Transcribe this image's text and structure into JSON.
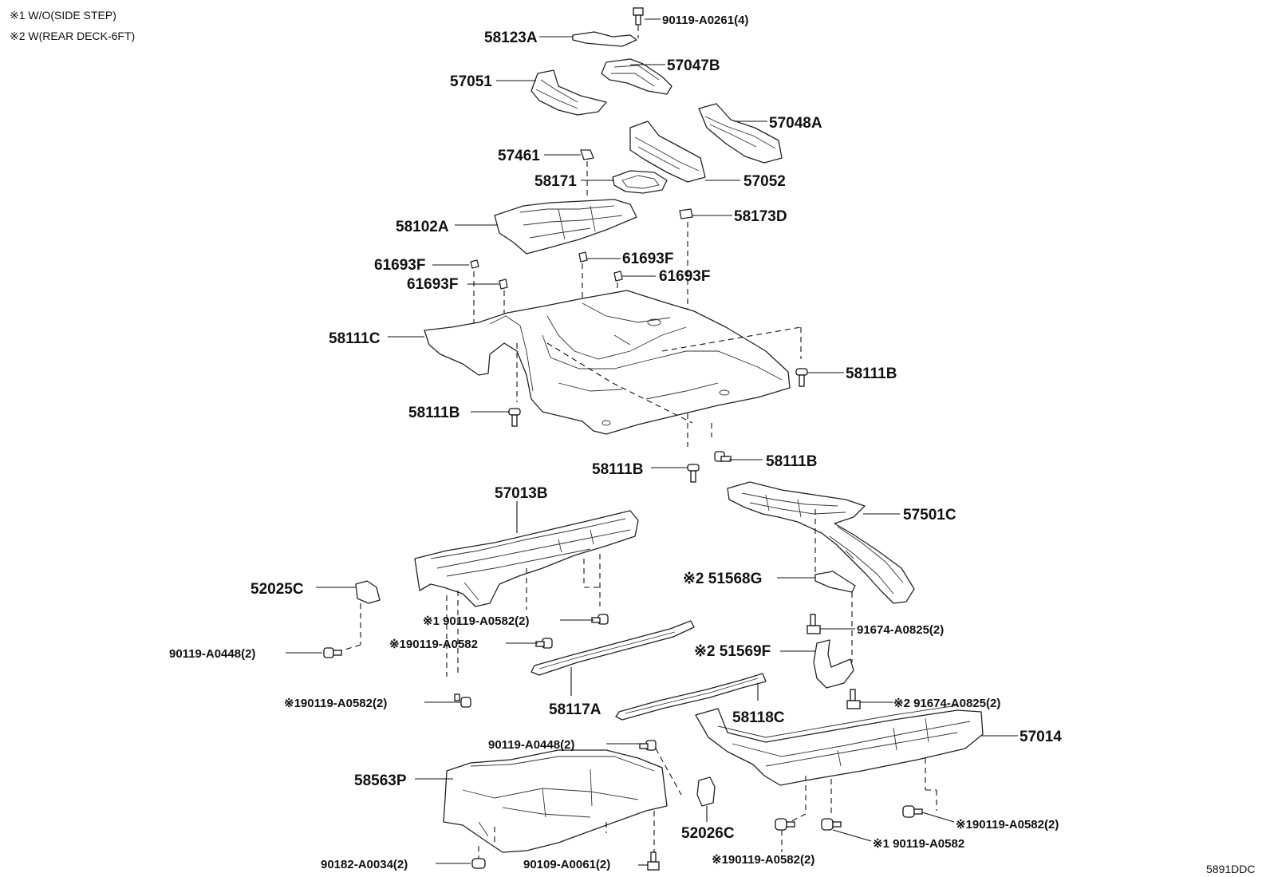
{
  "notes": [
    "※1 W/O(SIDE STEP)",
    "※2 W(REAR DECK-6FT)"
  ],
  "diagram_code": "5891DDC",
  "labels": {
    "l_90119_A0261": "90119-A0261(4)",
    "l_58123A": "58123A",
    "l_57047B": "57047B",
    "l_57051": "57051",
    "l_57048A": "57048A",
    "l_57461": "57461",
    "l_58171": "58171",
    "l_57052": "57052",
    "l_58102A": "58102A",
    "l_58173D": "58173D",
    "l_61693F_a": "61693F",
    "l_61693F_b": "61693F",
    "l_61693F_c": "61693F",
    "l_61693F_d": "61693F",
    "l_58111C": "58111C",
    "l_58111B_a": "58111B",
    "l_58111B_b": "58111B",
    "l_58111B_c": "58111B",
    "l_58111B_d": "58111B",
    "l_57013B": "57013B",
    "l_57501C": "57501C",
    "l_51568G": "※2 51568G",
    "l_52025C": "52025C",
    "l_90119_A0582_2a": "※1 90119-A0582(2)",
    "l_91674_A0825_2a": "91674-A0825(2)",
    "l_90119_A0582_b": "※190119-A0582",
    "l_90119_A0448_2a": "90119-A0448(2)",
    "l_51569F": "※2 51569F",
    "l_91674_A0825_2b": "※2 91674-A0825(2)",
    "l_90119_A0582_2c": "※190119-A0582(2)",
    "l_58117A": "58117A",
    "l_58118C": "58118C",
    "l_57014": "57014",
    "l_90119_A0448_2b": "90119-A0448(2)",
    "l_58563P": "58563P",
    "l_52026C": "52026C",
    "l_90119_A0582_2d": "※190119-A0582(2)",
    "l_90119_A0582_e": "※1 90119-A0582",
    "l_90119_A0582_2f": "※190119-A0582(2)",
    "l_90182_A0034": "90182-A0034(2)",
    "l_90109_A0061": "90109-A0061(2)"
  }
}
